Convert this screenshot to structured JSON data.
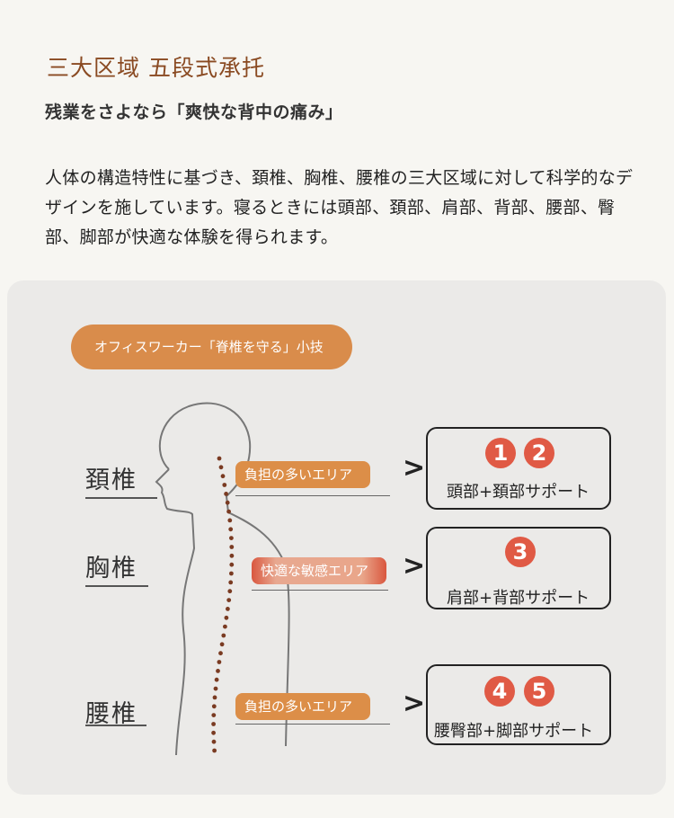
{
  "header": {
    "title": "三大区域 五段式承托",
    "subtitle": "残業をさよなら「爽快な背中の痛み」",
    "body": "人体の構造特性に基づき、頚椎、胸椎、腰椎の三大区域に対して科学的なデザインを施しています。寝るときには頭部、頚部、肩部、背部、腰部、臀部、脚部が快適な体験を得られます。"
  },
  "panel": {
    "pill_label": "オフィスワーカー「脊椎を守る」小技",
    "regions": [
      {
        "label": "頚椎",
        "tag": "負担の多いエリア",
        "numbers": [
          "1",
          "2"
        ],
        "support": "頭部+頚部サポート"
      },
      {
        "label": "胸椎",
        "tag": "快適な敏感エリア",
        "numbers": [
          "3"
        ],
        "support": "肩部+背部サポート"
      },
      {
        "label": "腰椎",
        "tag": "負担の多いエリア",
        "numbers": [
          "4",
          "5"
        ],
        "support": "腰臀部+脚部サポート"
      }
    ],
    "chevron": ">"
  },
  "colors": {
    "accent_orange": "#dc8e48",
    "number_red": "#e05a45",
    "title_brown": "#8a4a22",
    "spine_dots": "#7a3b22"
  }
}
